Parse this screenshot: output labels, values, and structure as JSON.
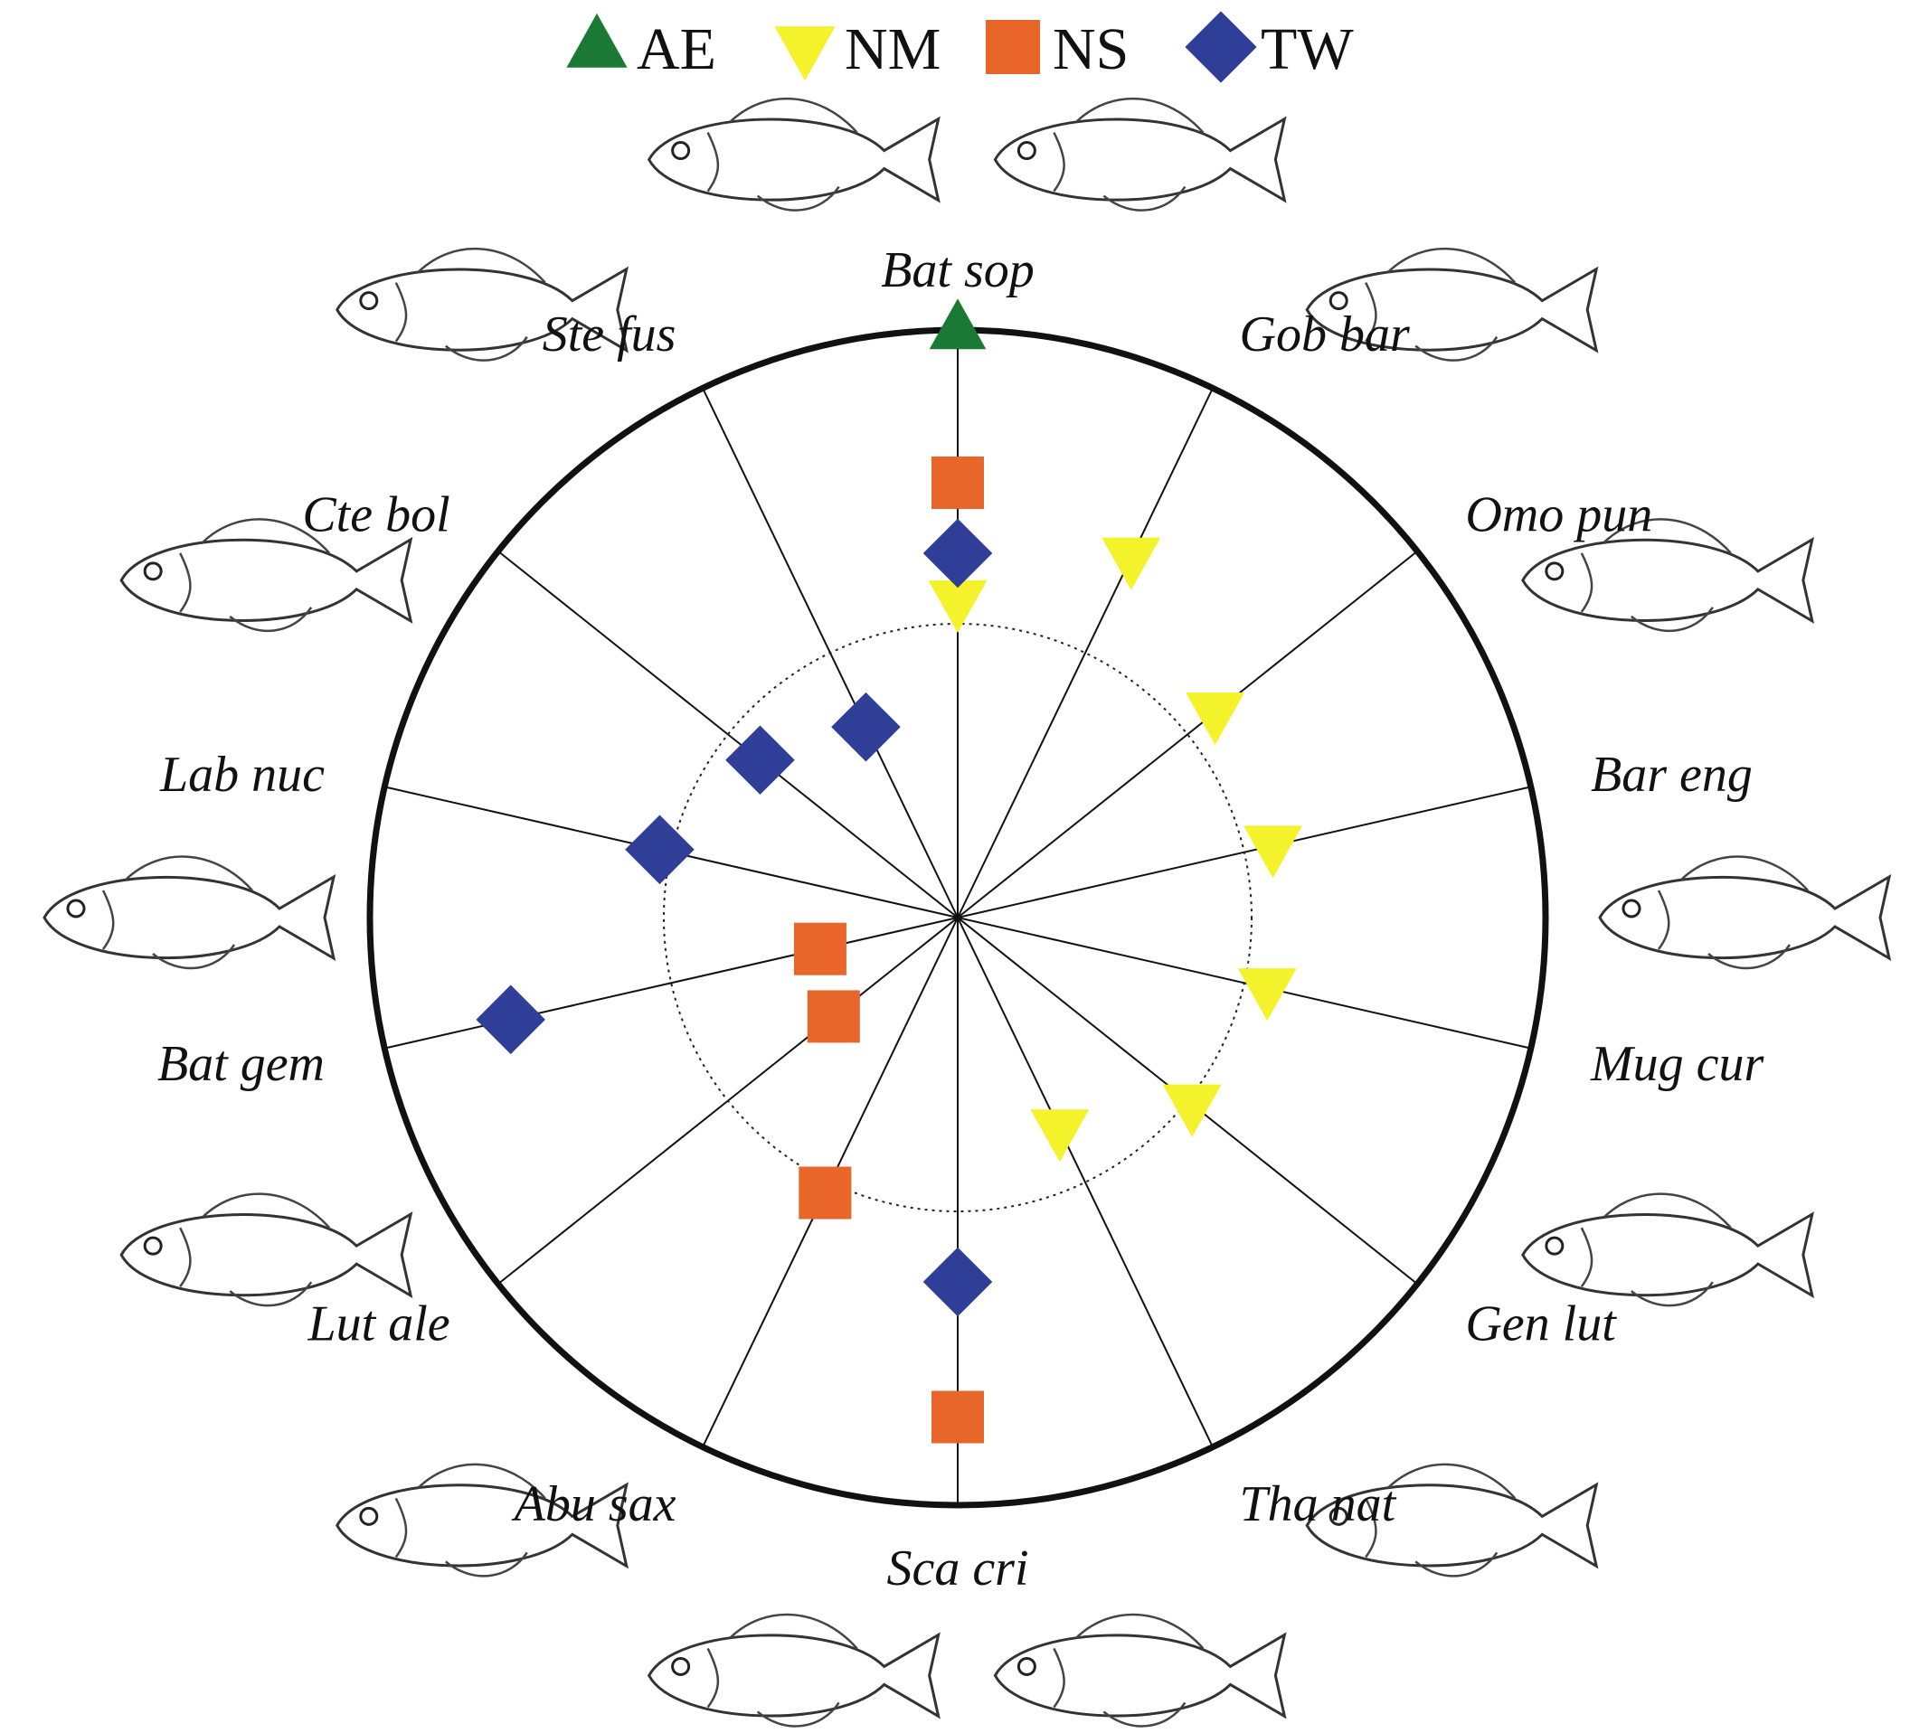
{
  "chart_data": {
    "type": "radar-scatter",
    "legend": {
      "placement": "top",
      "entries": [
        {
          "key": "AE",
          "label": "AE",
          "marker": "triangle-up",
          "color": "#1a7a35"
        },
        {
          "key": "NM",
          "label": "NM",
          "marker": "triangle-down",
          "color": "#f4f22a"
        },
        {
          "key": "NS",
          "label": "NS",
          "marker": "square",
          "color": "#e8662a"
        },
        {
          "key": "TW",
          "label": "TW",
          "marker": "diamond",
          "color": "#2f3f97"
        }
      ]
    },
    "radial_range": [
      0,
      1
    ],
    "inner_ring": 0.5,
    "species": [
      {
        "label": "Bat sop",
        "group": "AE",
        "r": 1.0
      },
      {
        "label": "Gob bar",
        "group": "NM",
        "r": 0.68
      },
      {
        "label": "Omo pun",
        "group": "NM",
        "r": 0.56
      },
      {
        "label": "Bar eng",
        "group": "NM",
        "r": 0.55
      },
      {
        "label": "Mug cur",
        "group": "NM",
        "r": 0.54
      },
      {
        "label": "Gen lut",
        "group": "NM",
        "r": 0.51
      },
      {
        "label": "Tha nat",
        "group": "NM",
        "r": 0.4
      },
      {
        "label": "Sca cri",
        "group": "NS",
        "r": 0.85
      },
      {
        "label": "Abu sax",
        "group": "NS",
        "r": 0.52
      },
      {
        "label": "Lut ale",
        "group": "NS",
        "r": 0.27
      },
      {
        "label": "Bat gem",
        "group": "TW",
        "r": 0.78
      },
      {
        "label": "Lab nuc",
        "group": "TW",
        "r": 0.52
      },
      {
        "label": "Cte bol",
        "group": "TW",
        "r": 0.43
      },
      {
        "label": "Ste fus",
        "group": "TW",
        "r": 0.36
      }
    ],
    "extra_points": [
      {
        "axis": "Bat sop",
        "group": "NS",
        "r": 0.74
      },
      {
        "axis": "Bat sop",
        "group": "NM",
        "r": 0.54
      },
      {
        "axis": "Bat sop",
        "group": "TW",
        "r": 0.62
      },
      {
        "axis": "Sca cri",
        "group": "TW",
        "r": 0.62
      },
      {
        "axis": "Bat gem",
        "group": "NS",
        "r": 0.24
      }
    ]
  }
}
